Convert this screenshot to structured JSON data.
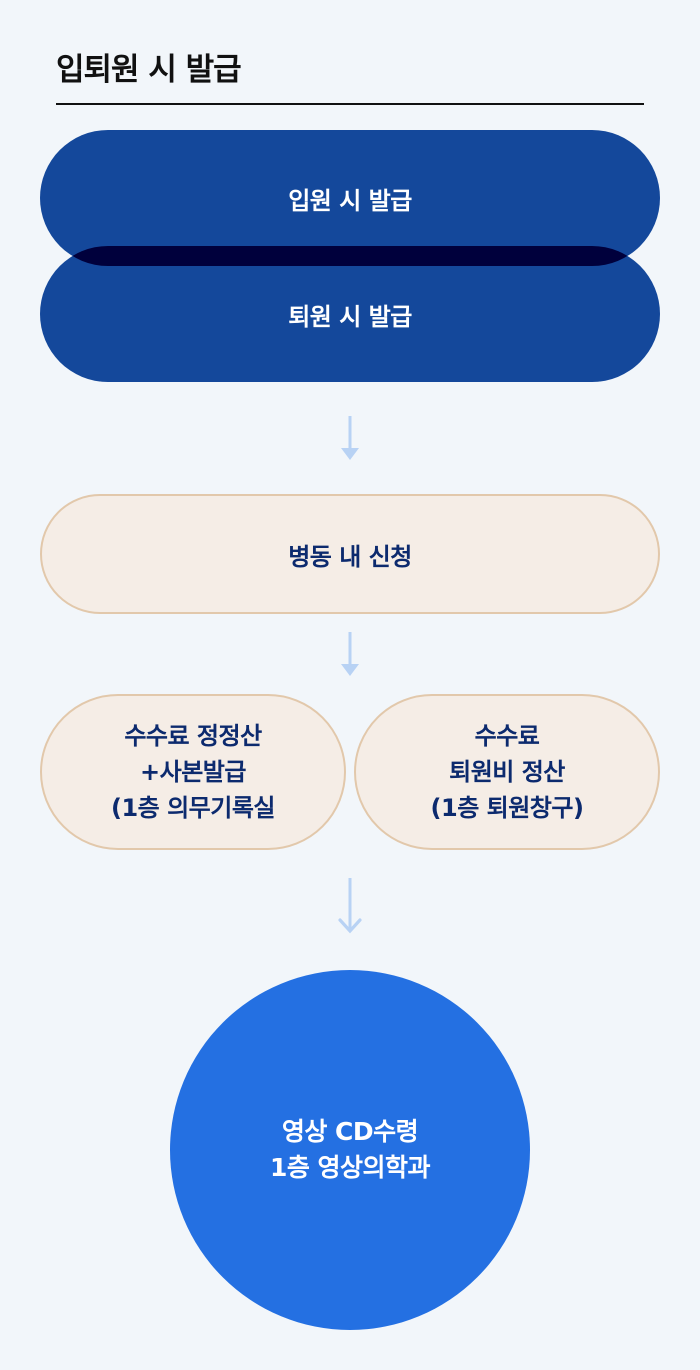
{
  "page": {
    "title": "입퇴원 시 발급"
  },
  "colors": {
    "background": "#f2f6fa",
    "title_text": "#111111",
    "navy_pill": "#14489b",
    "navy_overlap": "#00003c",
    "beige_fill": "#f5ede6",
    "beige_border": "#e2c8ab",
    "beige_text": "#0c2a6e",
    "arrow": "#b8d2f4",
    "circle": "#2470e2"
  },
  "flow": {
    "issue_options": [
      {
        "label": "입원 시 발급"
      },
      {
        "label": "퇴원 시 발급"
      }
    ],
    "step_apply": {
      "label": "병동 내 신청"
    },
    "step_payment": [
      {
        "lines": [
          "수수료 정정산",
          "+사본발급",
          "(1층 의무기록실"
        ]
      },
      {
        "lines": [
          "수수료",
          "퇴원비 정산",
          "(1층 퇴원창구)"
        ]
      }
    ],
    "step_receive": {
      "lines": [
        "영상 CD수령",
        "1층 영상의학과"
      ]
    },
    "arrows": [
      {
        "icon": "arrow-down-icon"
      },
      {
        "icon": "arrow-down-icon"
      },
      {
        "icon": "arrow-down-icon"
      }
    ]
  }
}
